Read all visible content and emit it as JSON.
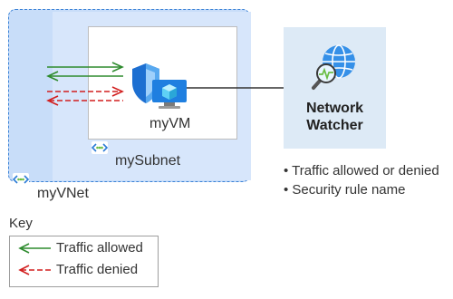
{
  "vnet": {
    "label": "myVNet"
  },
  "subnet": {
    "label": "mySubnet"
  },
  "vm": {
    "label": "myVM"
  },
  "network_watcher": {
    "line1": "Network",
    "line2": "Watcher"
  },
  "features": [
    "Traffic allowed or denied",
    "Security rule name"
  ],
  "key": {
    "title": "Key",
    "allowed_label": "Traffic allowed",
    "denied_label": "Traffic denied"
  },
  "colors": {
    "allowed": "#2e8b2e",
    "denied": "#d21f1f",
    "vnet_fill": "#c8ddf9",
    "vnet_border": "#3b82d6",
    "watcher_fill": "#ddeaf6",
    "connector": "#333333"
  },
  "icons": [
    "vnet-icon",
    "subnet-icon",
    "shield-icon",
    "vm-icon",
    "network-watcher-icon"
  ]
}
